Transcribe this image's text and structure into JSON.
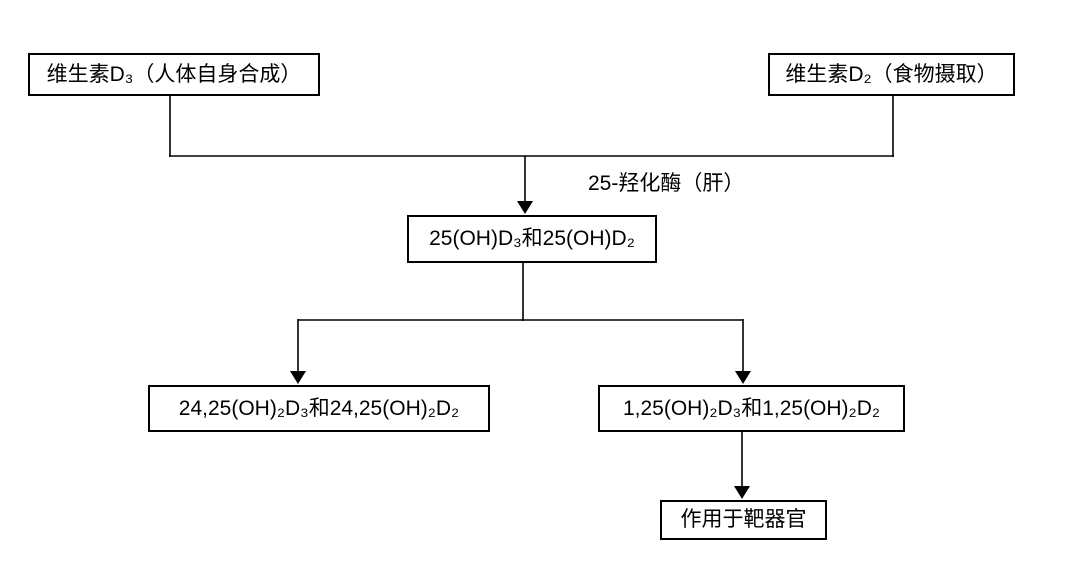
{
  "diagram": {
    "background_color": "#ffffff",
    "line_color": "#000000",
    "text_color": "#000000",
    "nodes": {
      "vitamin_d3": "维生素D₃（人体自身合成）",
      "vitamin_d2": "维生素D₂（食物摄取）",
      "oh_d": "25(OH)D₃和25(OH)D₂",
      "oh2_d_2425": "24,25(OH)₂D₃和24,25(OH)₂D₂",
      "oh2_d_125": "1,25(OH)₂D₃和1,25(OH)₂D₂",
      "target_organ": "作用于靶器官"
    },
    "edge_label_hydroxylase": "25-羟化酶（肝）",
    "edges": [
      {
        "from": "vitamin_d3",
        "to": "oh_d",
        "label": "25-羟化酶（肝）"
      },
      {
        "from": "vitamin_d2",
        "to": "oh_d",
        "label": "25-羟化酶（肝）"
      },
      {
        "from": "oh_d",
        "to": "oh2_d_2425",
        "label": ""
      },
      {
        "from": "oh_d",
        "to": "oh2_d_125",
        "label": ""
      },
      {
        "from": "oh2_d_125",
        "to": "target_organ",
        "label": ""
      }
    ]
  }
}
